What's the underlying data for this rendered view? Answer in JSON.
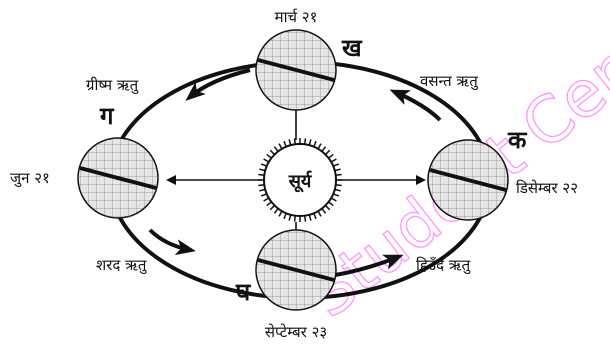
{
  "diagram": {
    "center_label": "सूर्य",
    "positions": [
      {
        "letter": "क",
        "date": "डिसेम्बर २२"
      },
      {
        "letter": "ख",
        "date": "मार्च २१"
      },
      {
        "letter": "ग",
        "date": "जुन २१"
      },
      {
        "letter": "घ",
        "date": "सेप्टेम्बर २३"
      }
    ],
    "seasons": {
      "spring": "वसन्त ऋतु",
      "summer": "ग्रीष्म ऋतु",
      "autumn": "शरद ऋतु",
      "winter": "हिउँद ऋतु"
    },
    "watermark": "Student Centre",
    "colors": {
      "ink": "#111111",
      "globe": "#d9d9d9",
      "watermark": "#ff40ff"
    }
  }
}
